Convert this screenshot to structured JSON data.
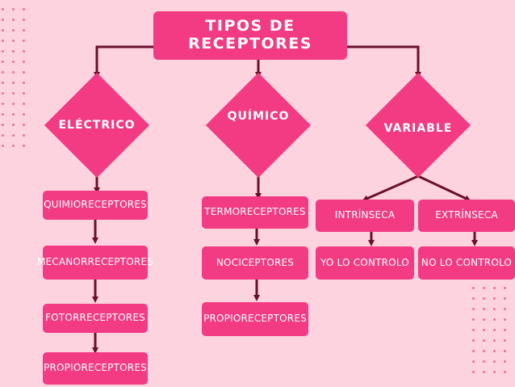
{
  "title": "TIPOS DE RECEPTORES",
  "categories": [
    {
      "label": "ELÉCTRICO"
    },
    {
      "label": "QUÍMICO"
    },
    {
      "label": "VARIABLE"
    }
  ],
  "electrico_items": [
    "QUIMIORECEPTORES",
    "MECANORRECEPTORES",
    "FOTORRECEPTORES",
    "PROPIORECEPTORES"
  ],
  "quimico_items": [
    "TERMORECEPTORES",
    "NOCICEPTORES",
    "PROPIORECEPTORES"
  ],
  "variable_items": [
    {
      "label": "INTRÍNSECA",
      "sub": "YO LO CONTROLO"
    },
    {
      "label": "EXTRÍNSECA",
      "sub": "NO LO CONTROLO"
    }
  ],
  "colors": {
    "background": "#fcd3de",
    "box": "#f23b82",
    "connector": "#6b0f2e",
    "dots": "#f0709a"
  }
}
